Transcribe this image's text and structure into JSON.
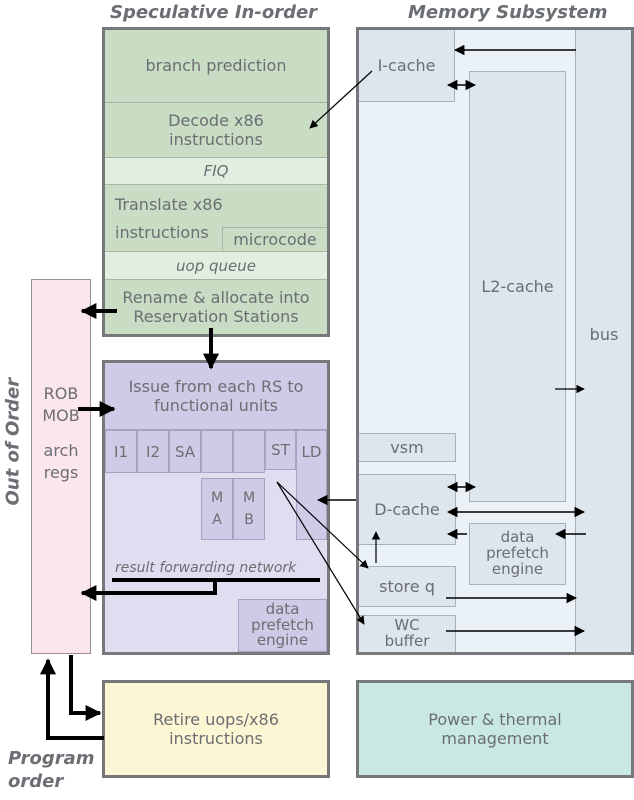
{
  "sections": {
    "speculative_in_order": "Speculative In-order",
    "memory_subsystem": "Memory Subsystem",
    "out_of_order": "Out of Order",
    "program_order": "Program order"
  },
  "front_end": {
    "branch_prediction": "branch prediction",
    "decode": "Decode x86 instructions",
    "fiq": "FIQ",
    "translate": "Translate x86 instructions",
    "microcode": "microcode",
    "uop_queue": "uop queue",
    "rename": "Rename & allocate into Reservation Stations"
  },
  "execution": {
    "issue": "Issue from each RS to functional units",
    "units": [
      "I1",
      "I2",
      "SA",
      "",
      "",
      "ST",
      "LD"
    ],
    "ma_top": "M",
    "ma_bottom": "A",
    "mb_top": "M",
    "mb_bottom": "B",
    "result_forwarding": "result forwarding network",
    "data_prefetch": "data prefetch engine"
  },
  "rob": {
    "line1": "ROB",
    "line2": "MOB",
    "line3": "arch",
    "line4": "regs"
  },
  "memory": {
    "icache": "I-cache",
    "l2cache": "L2-cache",
    "bus": "bus",
    "vsm": "vsm",
    "dcache": "D-cache",
    "data_prefetch": "data prefetch engine",
    "store_q": "store q",
    "wc_buffer": "WC buffer"
  },
  "retire": "Retire uops/x86 instructions",
  "power": "Power & thermal management",
  "colors": {
    "front_end": "#c9dcc4",
    "execution": "#cfcae6",
    "rob": "#fce6ee",
    "memory": "#eaf2f8",
    "retire": "#fdf6d4",
    "power": "#c9e8e2",
    "frame": "#76787b"
  }
}
